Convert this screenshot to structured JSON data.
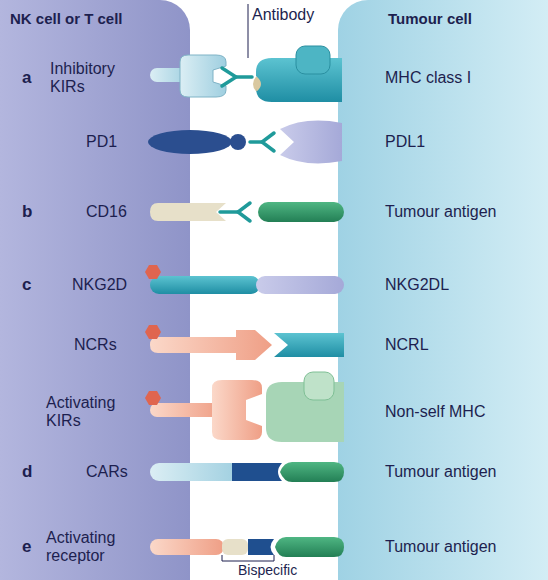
{
  "diagram": {
    "nodes": [
      {
        "text": [
          "NK cell or T cell"
        ]
      },
      {
        "text": [
          "Tumour cell"
        ]
      }
    ],
    "labels": [
      "Antibody",
      "a",
      "Inhibitory KIRs",
      "MHC class I",
      "PD1",
      "PDL1",
      "b",
      "CD16",
      "Tumour antigen",
      "c",
      "NKG2D",
      "NKG2DL",
      "NCRs",
      "NCRL",
      "Activating KIRs",
      "Non-self MHC",
      "d",
      "CARs",
      "Tumour antigen",
      "e",
      "Activating receptor",
      "Tumour antigen",
      "Bispecific"
    ]
  }
}
